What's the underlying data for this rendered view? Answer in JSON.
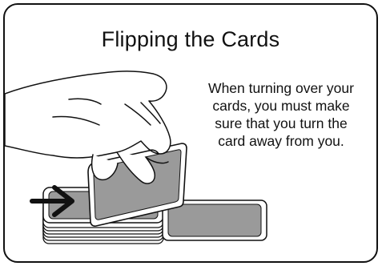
{
  "title": "Flipping the Cards",
  "caption_lines": [
    "When turning over your",
    "cards, you must make",
    "sure that you turn the",
    "card away from you."
  ],
  "colors": {
    "border": "#111111",
    "card_face": "#9a9a9a",
    "card_edge": "#ffffff",
    "outline": "#111111"
  },
  "icons": {
    "hand": "hand-illustration",
    "arrow": "right-arrow-icon"
  }
}
